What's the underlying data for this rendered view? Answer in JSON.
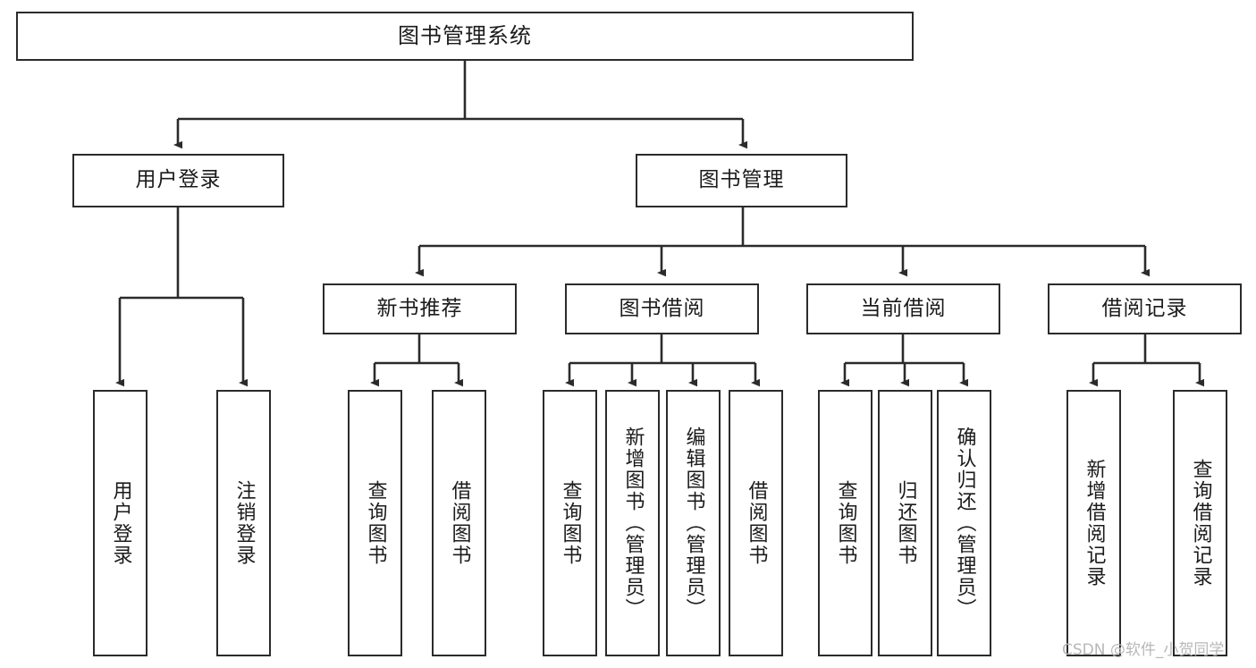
{
  "diagram": {
    "title": "图书管理系统",
    "watermark": "CSDN @软件_小贺同学",
    "line_color": "#2b2b2b",
    "box_fill": "#ffffff",
    "text_color": "#1b1b1b",
    "watermark_color": "#b8b8b8"
  },
  "nodes": {
    "root": {
      "label": "图书管理系统"
    },
    "level2": [
      {
        "label": "用户登录"
      },
      {
        "label": "图书管理"
      }
    ],
    "level3": [
      {
        "label": "新书推荐"
      },
      {
        "label": "图书借阅"
      },
      {
        "label": "当前借阅"
      },
      {
        "label": "借阅记录"
      }
    ],
    "leaves": {
      "user_login": [
        {
          "label": "用户登录"
        },
        {
          "label": "注销登录"
        }
      ],
      "new_book_recommend": [
        {
          "label": "查询图书"
        },
        {
          "label": "借阅图书"
        }
      ],
      "book_borrow": [
        {
          "label": "查询图书"
        },
        {
          "label": "新增图书（管理员）"
        },
        {
          "label": "编辑图书（管理员）"
        },
        {
          "label": "借阅图书"
        }
      ],
      "current_borrow": [
        {
          "label": "查询图书"
        },
        {
          "label": "归还图书"
        },
        {
          "label": "确认归还（管理员）"
        }
      ],
      "borrow_record": [
        {
          "label": "新增借阅记录"
        },
        {
          "label": "查询借阅记录"
        }
      ]
    }
  }
}
